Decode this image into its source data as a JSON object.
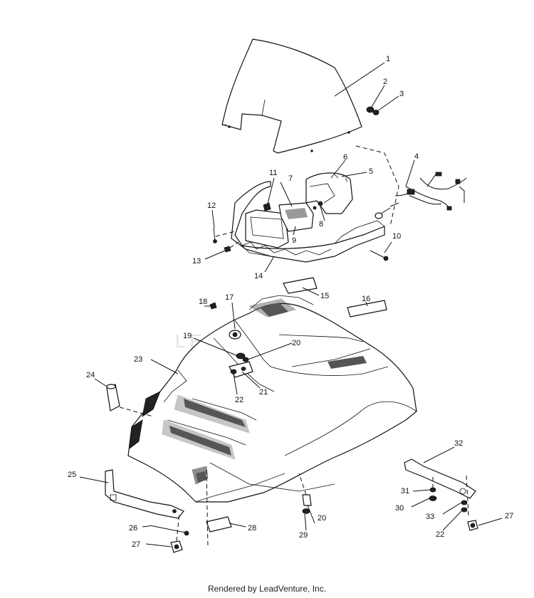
{
  "watermark": "LEADVENTURE",
  "footer": "Rendered by LeadVenture, Inc.",
  "callouts": [
    {
      "id": "c1",
      "label": "1"
    },
    {
      "id": "c2",
      "label": "2"
    },
    {
      "id": "c3",
      "label": "3"
    },
    {
      "id": "c4",
      "label": "4"
    },
    {
      "id": "c5",
      "label": "5"
    },
    {
      "id": "c6",
      "label": "6"
    },
    {
      "id": "c7",
      "label": "7"
    },
    {
      "id": "c8",
      "label": "8"
    },
    {
      "id": "c9",
      "label": "9"
    },
    {
      "id": "c10",
      "label": "10"
    },
    {
      "id": "c11",
      "label": "11"
    },
    {
      "id": "c12",
      "label": "12"
    },
    {
      "id": "c13",
      "label": "13"
    },
    {
      "id": "c14",
      "label": "14"
    },
    {
      "id": "c15",
      "label": "15"
    },
    {
      "id": "c16",
      "label": "16"
    },
    {
      "id": "c17",
      "label": "17"
    },
    {
      "id": "c18",
      "label": "18"
    },
    {
      "id": "c19",
      "label": "19"
    },
    {
      "id": "c20a",
      "label": "20"
    },
    {
      "id": "c20b",
      "label": "20"
    },
    {
      "id": "c21",
      "label": "21"
    },
    {
      "id": "c22a",
      "label": "22"
    },
    {
      "id": "c22b",
      "label": "22"
    },
    {
      "id": "c23",
      "label": "23"
    },
    {
      "id": "c24",
      "label": "24"
    },
    {
      "id": "c25",
      "label": "25"
    },
    {
      "id": "c26",
      "label": "26"
    },
    {
      "id": "c27a",
      "label": "27"
    },
    {
      "id": "c27b",
      "label": "27"
    },
    {
      "id": "c28",
      "label": "28"
    },
    {
      "id": "c29",
      "label": "29"
    },
    {
      "id": "c30",
      "label": "30"
    },
    {
      "id": "c31",
      "label": "31"
    },
    {
      "id": "c32",
      "label": "32"
    },
    {
      "id": "c33",
      "label": "33"
    }
  ]
}
